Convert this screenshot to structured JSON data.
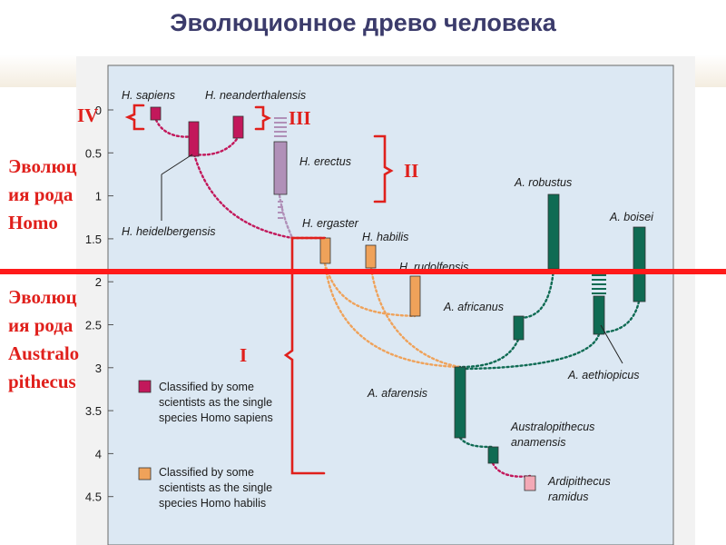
{
  "page": {
    "title": "Эволюционное древо человека",
    "label_homo": [
      "Эволюц",
      "ия рода",
      "Homo"
    ],
    "label_australo": [
      "Эволюц",
      "ия рода",
      "Australo",
      "pithecus"
    ],
    "roman": {
      "I": "I",
      "II": "II",
      "III": "III",
      "IV": "IV"
    }
  },
  "figure": {
    "y_axis": {
      "ticks": [
        "0",
        "0.5",
        "1",
        "1.5",
        "2",
        "2.5",
        "3",
        "3.5",
        "4",
        "4.5"
      ]
    },
    "species": {
      "sapiens": "H. sapiens",
      "neanderthalensis": "H. neanderthalensis",
      "erectus": "H. erectus",
      "heidelbergensis": "H. heidelbergensis",
      "ergaster": "H. ergaster",
      "habilis": "H. habilis",
      "rudolfensis": "H. rudolfensis",
      "robustus": "A. robustus",
      "boisei": "A. boisei",
      "africanus": "A. africanus",
      "aethiopicus": "A. aethiopicus",
      "afarensis": "A. afarensis",
      "anamensis_1": "Australopithecus",
      "anamensis_2": "anamensis",
      "ardipithecus_1": "Ardipithecus",
      "ardipithecus_2": "ramidus"
    },
    "legend": {
      "sapiens": [
        "Classified by some",
        "scientists as the single",
        "species Homo sapiens"
      ],
      "habilis": [
        "Classified by some",
        "scientists as the single",
        "species Homo habilis"
      ]
    },
    "colors": {
      "background": "#dce8f3",
      "homo_sapiens_group": "#c2185b",
      "homo_habilis_group": "#efa25a",
      "erectus": "#b090b8",
      "australopithecus": "#0f6b53",
      "ardipithecus": "#f3a9b6",
      "annotation_red": "#e0201c"
    }
  }
}
